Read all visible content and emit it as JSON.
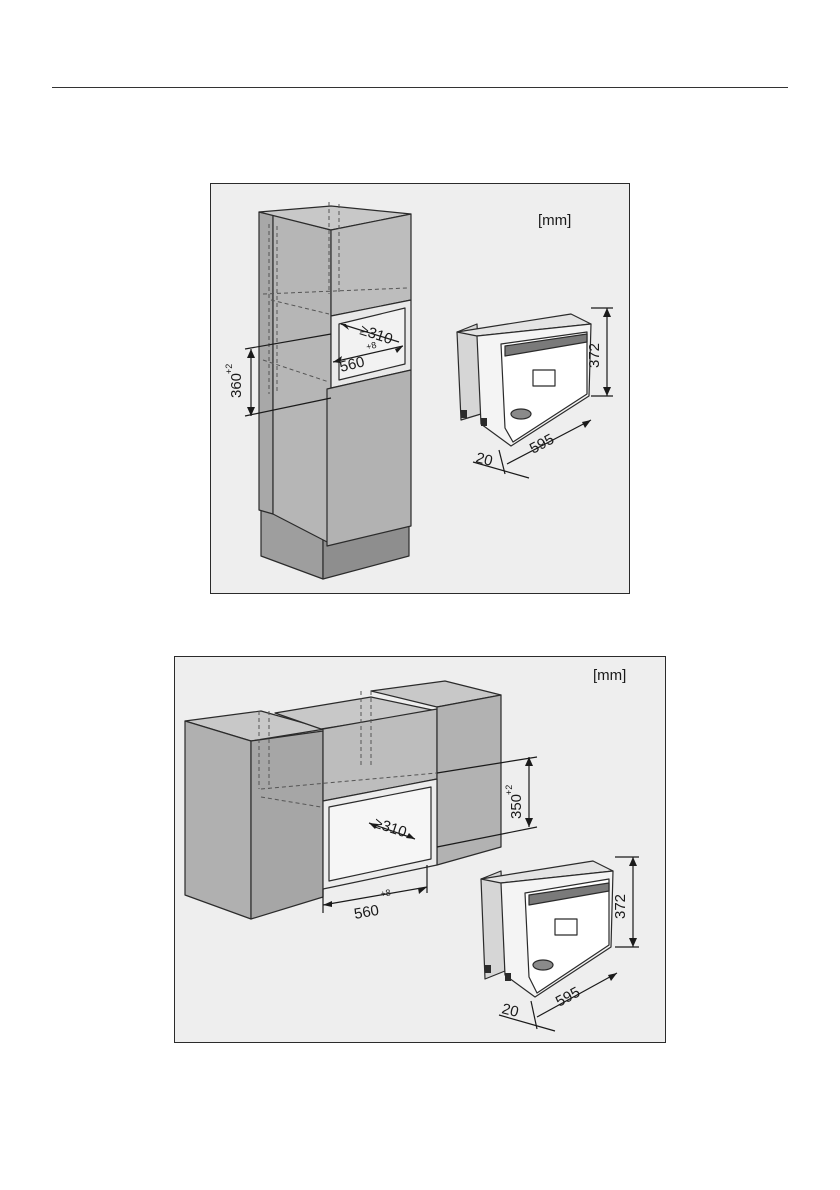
{
  "figure_tall": {
    "unit_label": "[mm]",
    "niche_depth": "≥310",
    "niche_width": "560",
    "niche_width_tol": "+8",
    "niche_height": "360",
    "niche_height_tol": "+2",
    "appliance_height": "372",
    "appliance_width": "595",
    "appliance_offset": "20"
  },
  "figure_base": {
    "unit_label": "[mm]",
    "niche_depth": "≥310",
    "niche_width": "560",
    "niche_width_tol": "+8",
    "niche_height": "350",
    "niche_height_tol": "+2",
    "appliance_height": "372",
    "appliance_width": "595",
    "appliance_offset": "20"
  },
  "colors": {
    "panel_background": "#eeeeee",
    "cabinet_fill": "#b4b4b4",
    "cabinet_dark": "#9a9a9a",
    "cabinet_light": "#c6c6c6",
    "line": "#2b2b2b"
  }
}
